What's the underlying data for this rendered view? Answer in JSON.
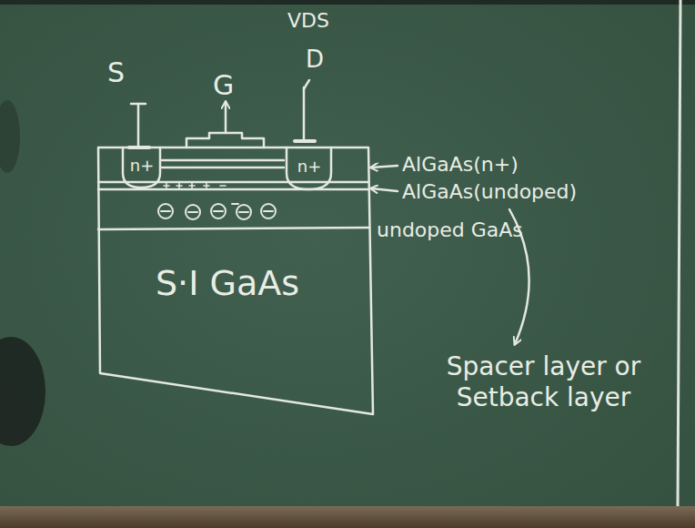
{
  "diagram": {
    "nodes": [
      {
        "text": [
          "S·I GaAs"
        ]
      },
      {
        "text": [
          "n+"
        ]
      },
      {
        "text": [
          "n+"
        ]
      }
    ],
    "labels": [
      "S",
      "G",
      "VDS",
      "D",
      "AlGaAs(n+)",
      "AlGaAs(undoped)",
      "undoped GaAs",
      "Spacer layer or Setback layer"
    ]
  }
}
